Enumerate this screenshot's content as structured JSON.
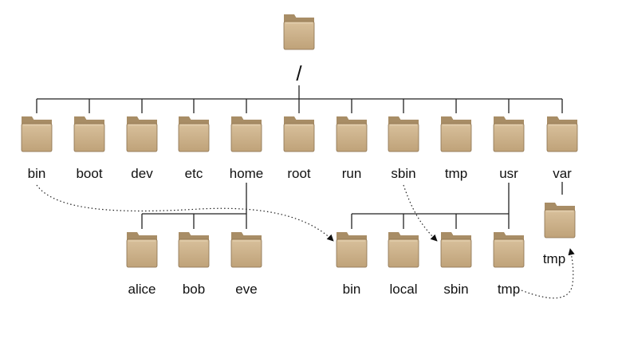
{
  "root": {
    "label": "/"
  },
  "top_dirs": [
    "bin",
    "boot",
    "dev",
    "etc",
    "home",
    "root",
    "run",
    "sbin",
    "tmp",
    "usr",
    "var"
  ],
  "home_children": [
    "alice",
    "bob",
    "eve"
  ],
  "usr_children": [
    "bin",
    "local",
    "sbin",
    "tmp"
  ],
  "var_children": [
    "tmp"
  ],
  "symlinks": [
    {
      "from": "/bin",
      "to": "/usr/bin"
    },
    {
      "from": "/sbin",
      "to": "/usr/sbin"
    },
    {
      "from": "/usr/tmp",
      "to": "/var/tmp"
    }
  ],
  "colors": {
    "folder_body": "#c9ad86",
    "folder_tab": "#a88d66",
    "folder_edge": "#8a704e",
    "lines": "#222222"
  },
  "icons": {
    "folder": "folder-icon",
    "arrow": "arrowhead"
  }
}
